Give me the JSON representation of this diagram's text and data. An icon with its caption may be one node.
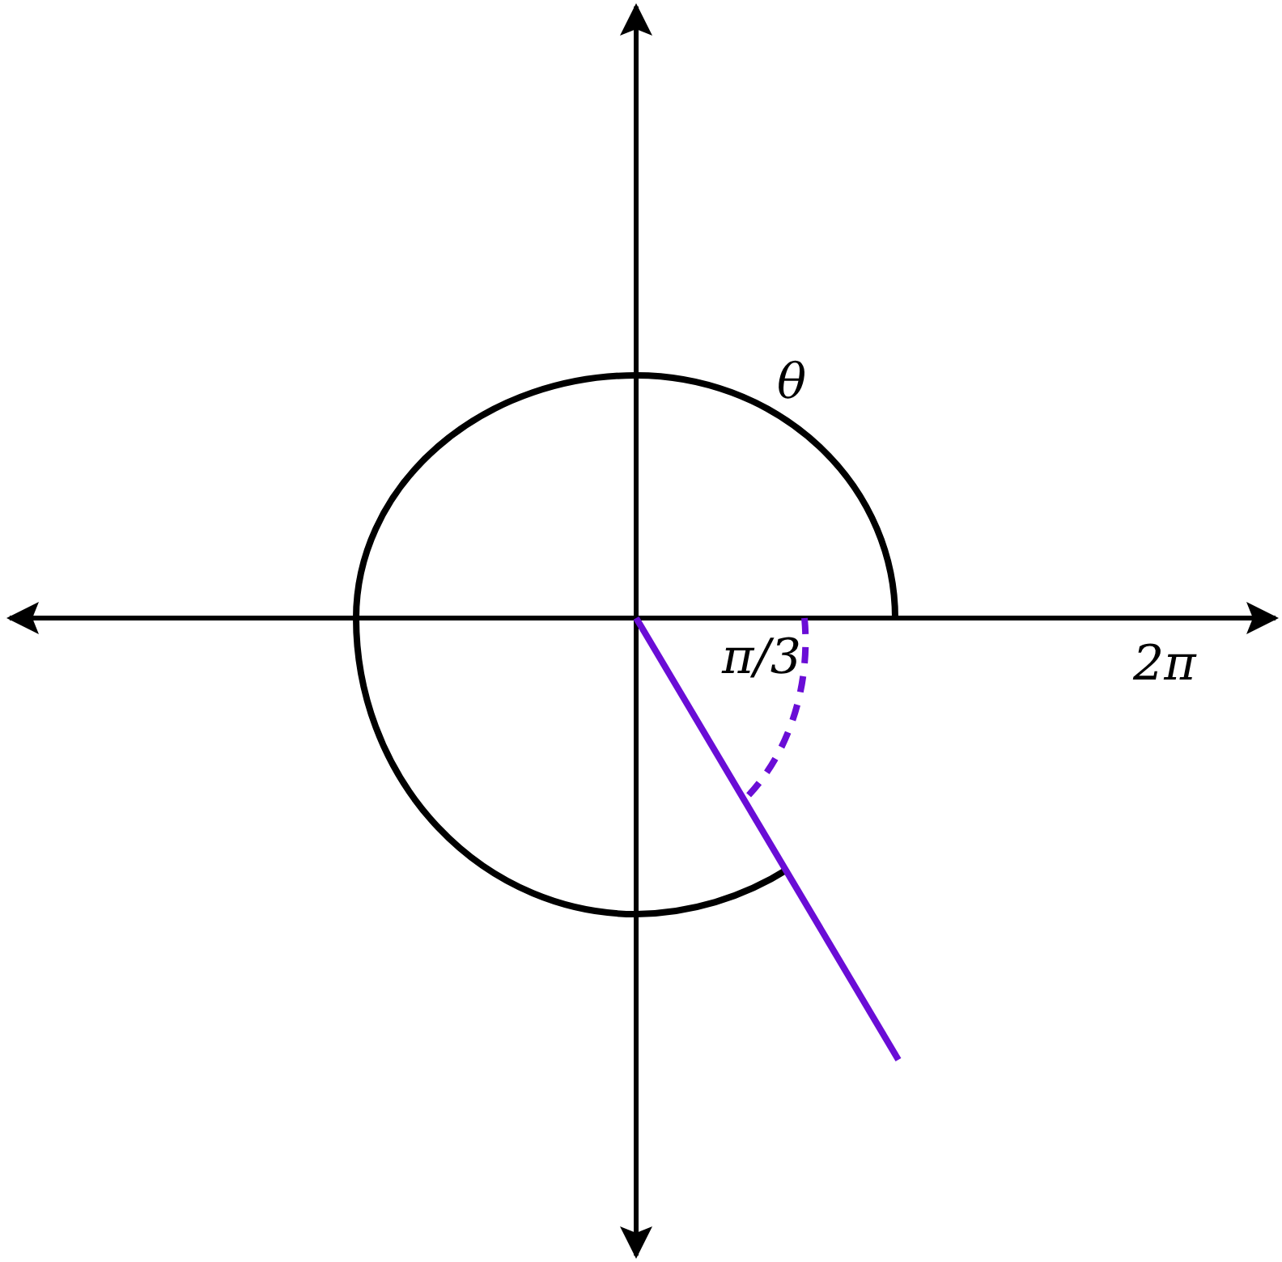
{
  "diagram": {
    "labels": [
      "θ",
      "π/3",
      "2π"
    ]
  }
}
